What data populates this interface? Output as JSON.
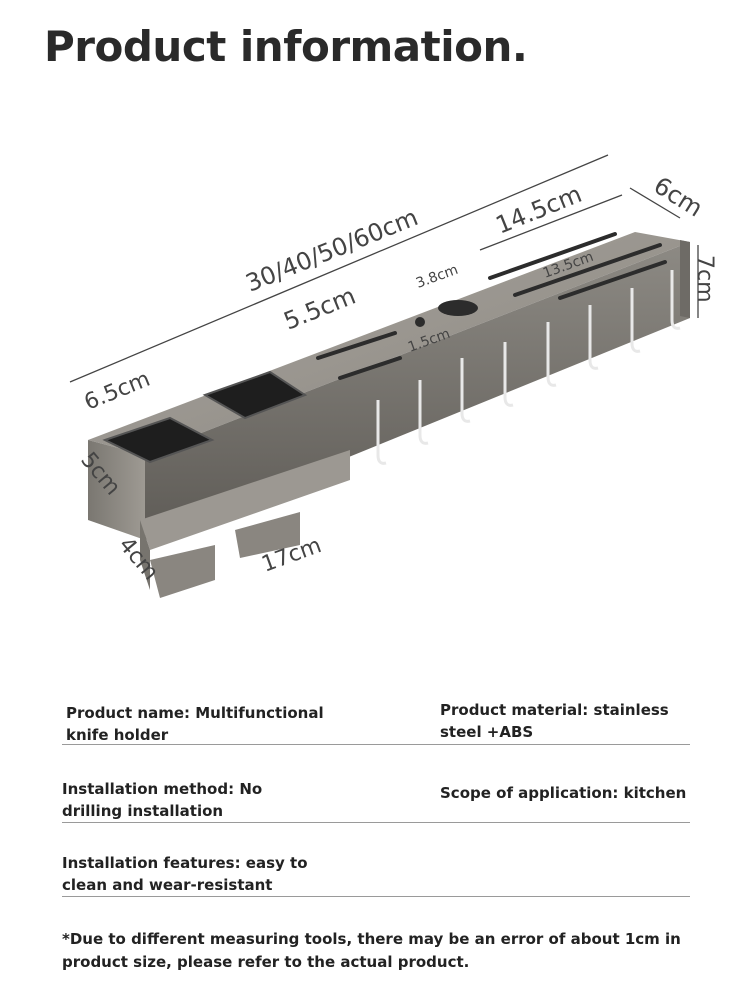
{
  "title": "Product information.",
  "dimensions": {
    "length": "30/40/50/60cm",
    "slot_length": "14.5cm",
    "depth": "6cm",
    "height": "7cm",
    "hole": "3.8cm",
    "slot_inner": "13.5cm",
    "small_slot": "5.5cm",
    "hole_gap": "1.5cm",
    "cup_width": "6.5cm",
    "cup_height": "5cm",
    "base_depth": "4cm",
    "tray_length": "17cm"
  },
  "specs": {
    "name": "Product name: Multifunctional knife holder",
    "material": "Product material: stainless steel +ABS",
    "method": "Installation method: No drilling installation",
    "scope": "Scope of application: kitchen",
    "features": "Installation features: easy to clean and wear-resistant"
  },
  "note": "*Due to different measuring tools, there may be an error of about 1cm in product size, please refer to the actual product."
}
